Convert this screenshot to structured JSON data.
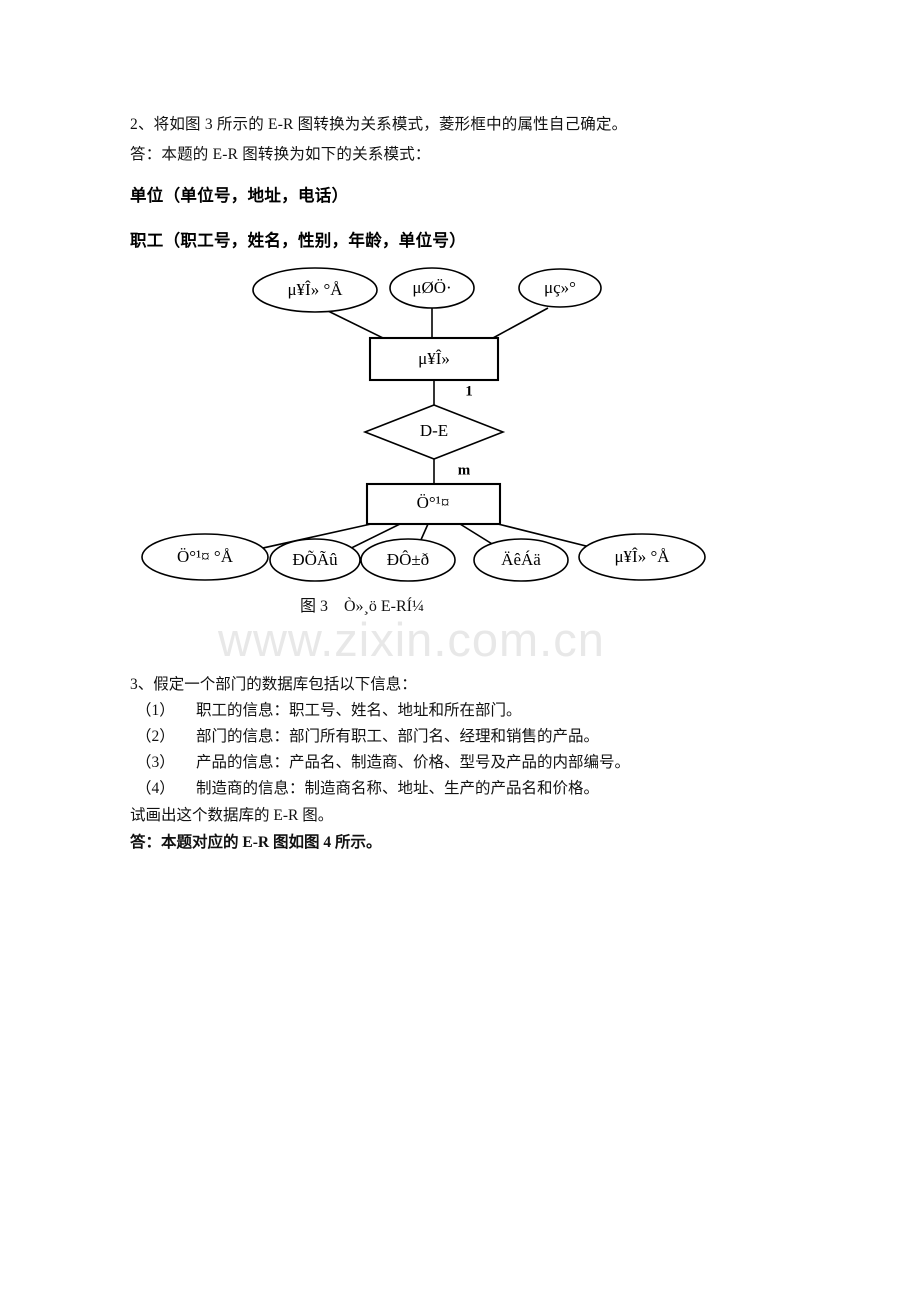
{
  "document": {
    "watermark": "www.zixin.com.cn"
  },
  "question2": {
    "prompt": "2、将如图 3 所示的 E-R 图转换为关系模式，菱形框中的属性自己确定。",
    "answer_intro": "答：本题的 E-R 图转换为如下的关系模式：",
    "schemas": [
      "单位（单位号，地址，电话）",
      "职工（职工号，姓名，性别，年龄，单位号）"
    ]
  },
  "figure3": {
    "caption": "图 3    Ò»¸ö E-RÍ¼",
    "entities": [
      {
        "id": "unit",
        "label": "μ¥Î»",
        "type": "rectangle"
      },
      {
        "id": "employee",
        "label": "Ö°¹¤",
        "type": "rectangle"
      }
    ],
    "relationship": {
      "id": "de",
      "label": "D-E",
      "type": "diamond",
      "cardinality_top": "1",
      "cardinality_bottom": "m"
    },
    "unit_attributes": [
      {
        "label": "μ¥Î» °Å"
      },
      {
        "label": "μØÖ·"
      },
      {
        "label": "μç»°"
      }
    ],
    "employee_attributes": [
      {
        "label": "Ö°¹¤ °Å"
      },
      {
        "label": "ÐÕÃû"
      },
      {
        "label": "ÐÔ±ð"
      },
      {
        "label": "ÄêÁä"
      },
      {
        "label": "μ¥Î» °Å"
      }
    ]
  },
  "question3": {
    "prompt": "3、假定一个部门的数据库包括以下信息：",
    "items": [
      {
        "marker": "（1）",
        "text": "职工的信息：职工号、姓名、地址和所在部门。"
      },
      {
        "marker": "（2）",
        "text": "部门的信息：部门所有职工、部门名、经理和销售的产品。"
      },
      {
        "marker": "（3）",
        "text": "产品的信息：产品名、制造商、价格、型号及产品的内部编号。"
      },
      {
        "marker": "（4）",
        "text": "制造商的信息：制造商名称、地址、生产的产品名和价格。"
      }
    ],
    "task": "试画出这个数据库的 E-R 图。",
    "answer": "答：本题对应的 E-R 图如图 4 所示。"
  }
}
